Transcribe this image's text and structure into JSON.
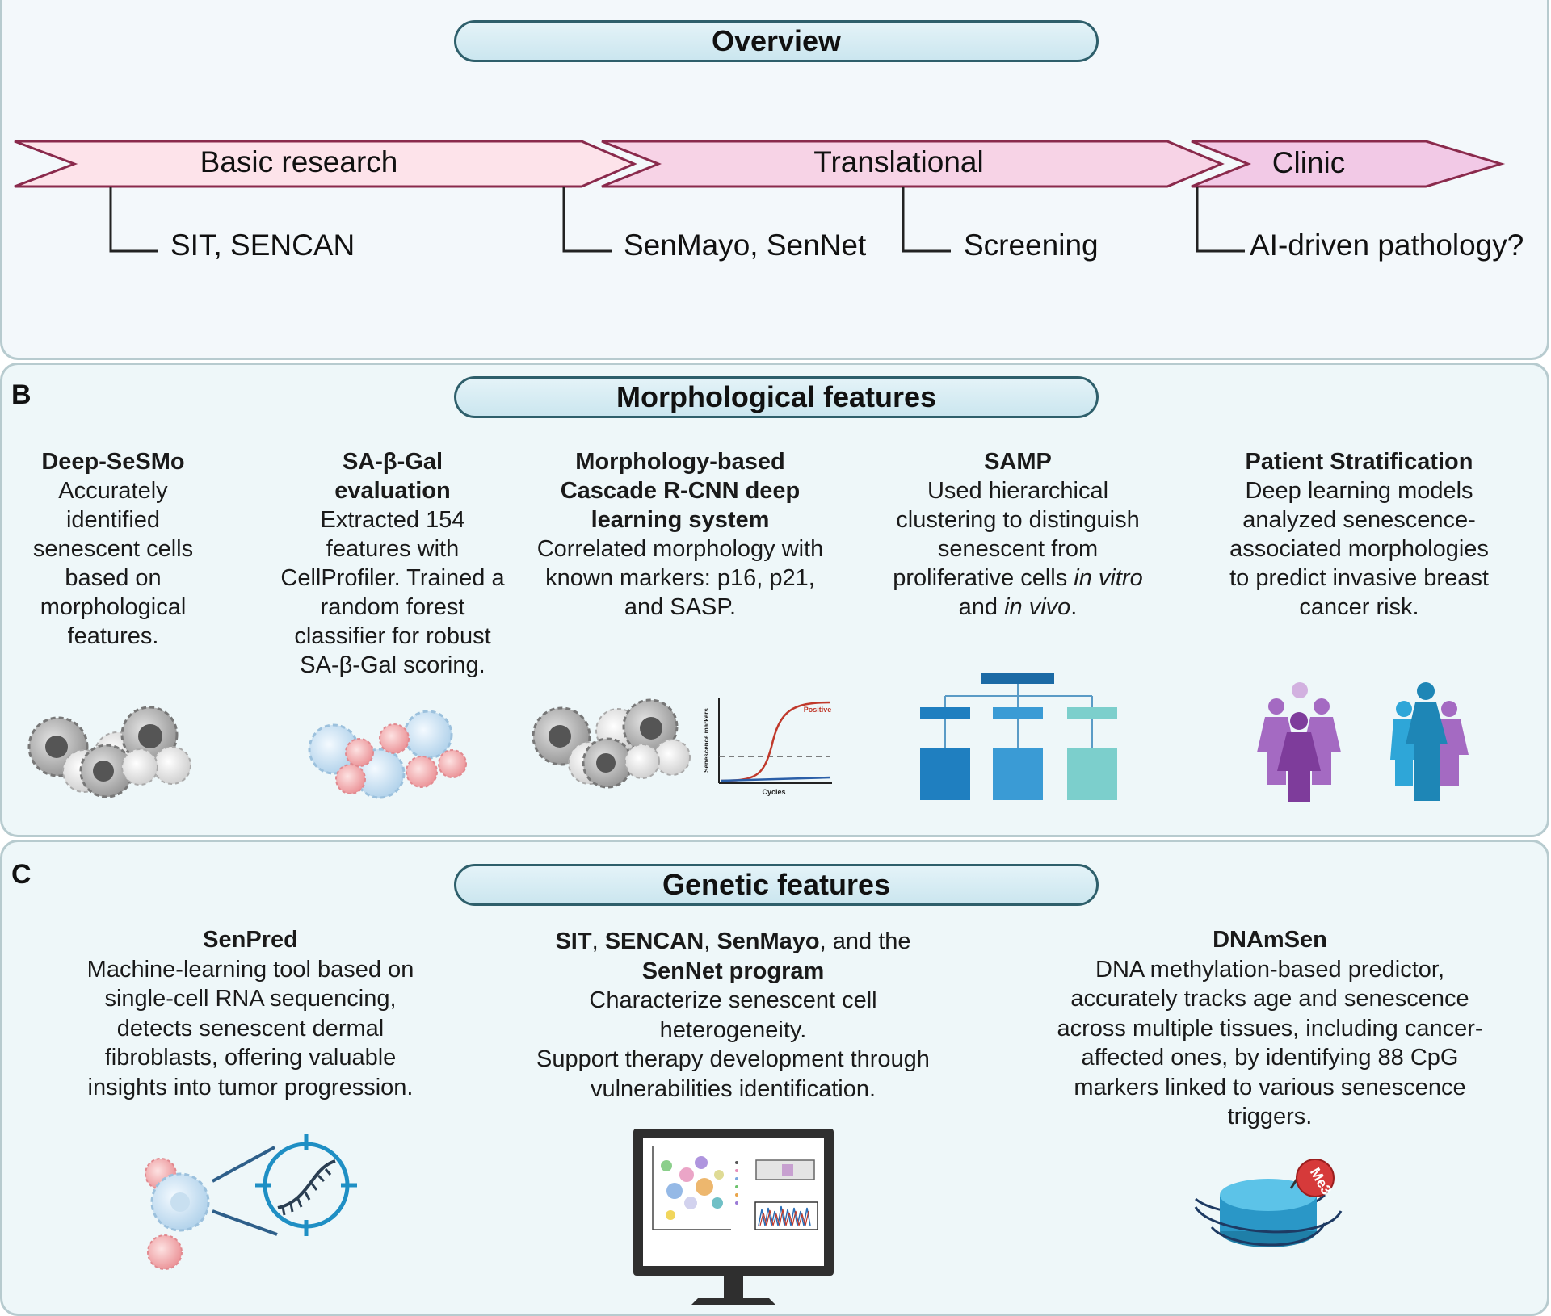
{
  "panels": {
    "a": {
      "title": "Overview",
      "stages": [
        {
          "label": "Basic research",
          "subs": [
            "SIT, SENCAN"
          ]
        },
        {
          "label": "Translational",
          "subs": [
            "SenMayo, SenNet",
            "Screening"
          ]
        },
        {
          "label": "Clinic",
          "subs": [
            "AI-driven pathology?"
          ]
        }
      ]
    },
    "b": {
      "letter": "B",
      "title": "Morphological features",
      "columns": [
        {
          "title": "Deep-SeSMo",
          "text": "Accurately identified senescent cells based on morphological features."
        },
        {
          "title": "SA-β-Gal evaluation",
          "text": "Extracted 154 features with CellProfiler. Trained a random forest classifier for robust SA-β-Gal scoring."
        },
        {
          "title": "Morphology-based Cascade R-CNN deep learning system",
          "text": "Correlated morphology with known markers: p16, p21, and SASP."
        },
        {
          "title": "SAMP",
          "text_a": "Used hierarchical clustering to distinguish senescent from proliferative cells ",
          "em_a": "in vitro",
          "text_b": " and ",
          "em_b": "in vivo",
          "text_c": "."
        },
        {
          "title": "Patient Stratification",
          "text": "Deep learning models analyzed senescence-associated morphologies to predict invasive breast cancer risk."
        }
      ],
      "chart_icon": {
        "ylabel": "Senescence markers",
        "xlabel": "Cycles",
        "series_label": "Positive"
      }
    },
    "c": {
      "letter": "C",
      "title": "Genetic features",
      "columns": [
        {
          "title": "SenPred",
          "text": "Machine-learning tool based on single-cell RNA sequencing, detects senescent dermal fibroblasts, offering valuable insights into tumor progression."
        },
        {
          "t1": "SIT",
          "s1": ", ",
          "t2": "SENCAN",
          "s2": ", ",
          "t3": "SenMayo",
          "s3": ", and the",
          "t4": "SenNet program",
          "line3": "Characterize senescent cell heterogeneity.",
          "line4": "Support therapy development through vulnerabilities identification."
        },
        {
          "title": "DNAmSen",
          "text": "DNA methylation-based predictor, accurately tracks age and senescence across multiple tissues, including cancer-affected ones, by identifying 88 CpG markers linked to various senescence triggers."
        }
      ],
      "methyl_label": "Me3"
    }
  },
  "colors": {
    "arrow_stroke": "#8a2a4c",
    "arrow_fill_1": "#fde3ea",
    "arrow_fill_2": "#f7d3e6",
    "arrow_fill_3": "#f2c9e6",
    "pill_border": "#2e5f6b",
    "blue_dark": "#1f7fc0",
    "teal": "#7ccfcc",
    "purple": "#9b5fb8",
    "cyan_people": "#2ea6d8",
    "red_methyl": "#d63a3a"
  }
}
